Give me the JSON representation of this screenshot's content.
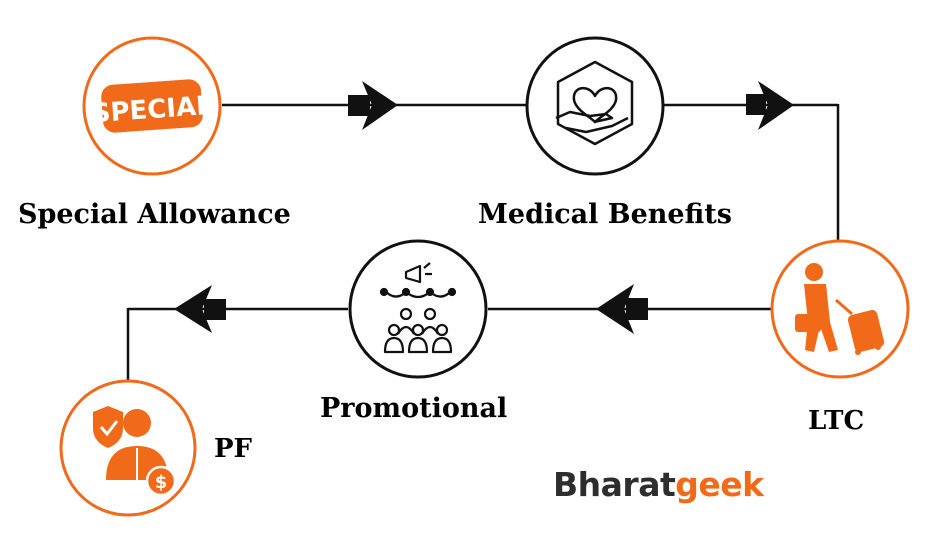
{
  "nodes": {
    "special_allowance": {
      "label": "Special Allowance",
      "badge_text": "SPECIAL",
      "icon": "special-badge-icon"
    },
    "medical_benefits": {
      "label": "Medical Benefits",
      "icon": "heart-hand-icon"
    },
    "ltc": {
      "label": "LTC",
      "icon": "traveler-luggage-icon"
    },
    "promotional": {
      "label": "Promotional",
      "icon": "audience-megaphone-icon"
    },
    "pf": {
      "label": "PF",
      "icon": "employee-shield-dollar-icon"
    }
  },
  "brand": {
    "part1": "Bharat",
    "part2": "geek"
  },
  "colors": {
    "accent": "#f06a1a",
    "line": "#111111",
    "text": "#000000"
  }
}
